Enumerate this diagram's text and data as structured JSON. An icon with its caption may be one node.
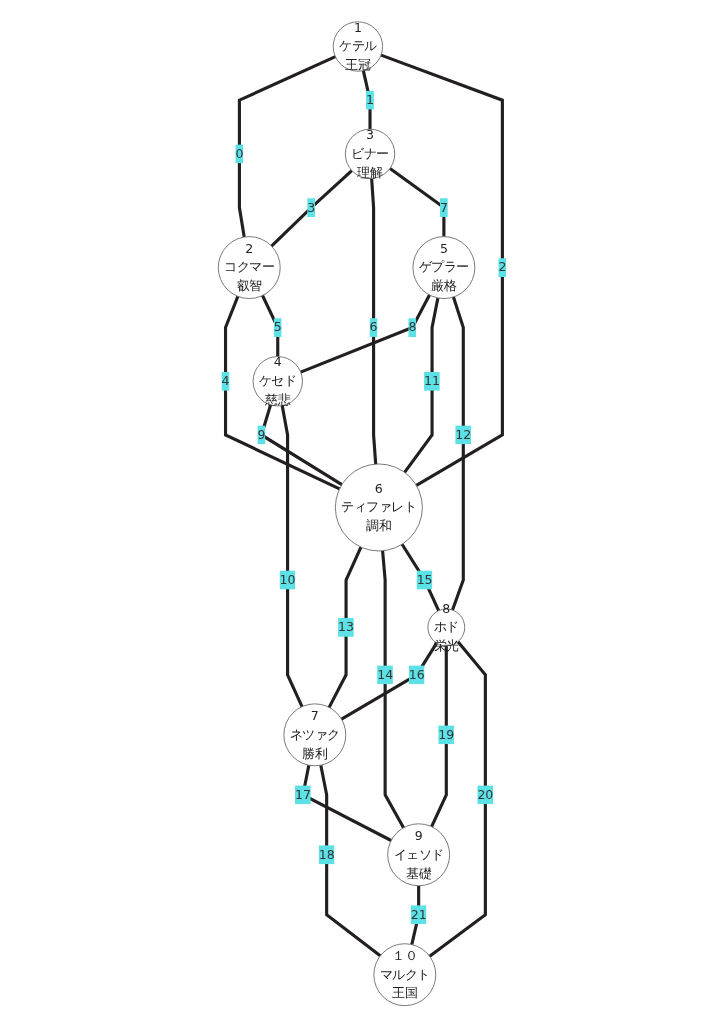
{
  "diagram": {
    "nodes": [
      {
        "text": [
          "1",
          "ケテル",
          "王冠"
        ]
      },
      {
        "text": [
          "3",
          "ビナー",
          "理解"
        ]
      },
      {
        "text": [
          "2",
          "コクマー",
          "叡智"
        ]
      },
      {
        "text": [
          "5",
          "ゲプラー",
          "厳格"
        ]
      },
      {
        "text": [
          "4",
          "ケセド",
          "慈悲"
        ]
      },
      {
        "text": [
          "6",
          "ティファレト",
          "調和"
        ]
      },
      {
        "text": [
          "8",
          "ホド",
          "栄光"
        ]
      },
      {
        "text": [
          "7",
          "ネツァク",
          "勝利"
        ]
      },
      {
        "text": [
          "9",
          "イェソド",
          "基礎"
        ]
      },
      {
        "text": [
          "１０",
          "マルクト",
          "王国"
        ]
      }
    ],
    "edges": [
      {
        "from": 0,
        "to": 2,
        "arrow": "none",
        "label": "0"
      },
      {
        "from": 0,
        "to": 1,
        "arrow": "none",
        "label": "1"
      },
      {
        "from": 0,
        "to": 5,
        "arrow": "none",
        "label": "2"
      },
      {
        "from": 1,
        "to": 2,
        "arrow": "none",
        "label": "3"
      },
      {
        "from": 2,
        "to": 5,
        "arrow": "none",
        "label": "4"
      },
      {
        "from": 2,
        "to": 4,
        "arrow": "none",
        "label": "5"
      },
      {
        "from": 1,
        "to": 5,
        "arrow": "none",
        "label": "6"
      },
      {
        "from": 1,
        "to": 3,
        "arrow": "none",
        "label": "7"
      },
      {
        "from": 3,
        "to": 4,
        "arrow": "none",
        "label": "8"
      },
      {
        "from": 4,
        "to": 5,
        "arrow": "none",
        "label": "9"
      },
      {
        "from": 4,
        "to": 7,
        "arrow": "none",
        "label": "10"
      },
      {
        "from": 3,
        "to": 5,
        "arrow": "none",
        "label": "11"
      },
      {
        "from": 3,
        "to": 6,
        "arrow": "none",
        "label": "12"
      },
      {
        "from": 5,
        "to": 7,
        "arrow": "none",
        "label": "13"
      },
      {
        "from": 5,
        "to": 8,
        "arrow": "none",
        "label": "14"
      },
      {
        "from": 5,
        "to": 6,
        "arrow": "none",
        "label": "15"
      },
      {
        "from": 6,
        "to": 7,
        "arrow": "none",
        "label": "16"
      },
      {
        "from": 7,
        "to": 8,
        "arrow": "none",
        "label": "17"
      },
      {
        "from": 7,
        "to": 9,
        "arrow": "none",
        "label": "18"
      },
      {
        "from": 6,
        "to": 8,
        "arrow": "none",
        "label": "19"
      },
      {
        "from": 6,
        "to": 9,
        "arrow": "none",
        "label": "20"
      },
      {
        "from": 8,
        "to": 9,
        "arrow": "none",
        "label": "21"
      }
    ]
  }
}
